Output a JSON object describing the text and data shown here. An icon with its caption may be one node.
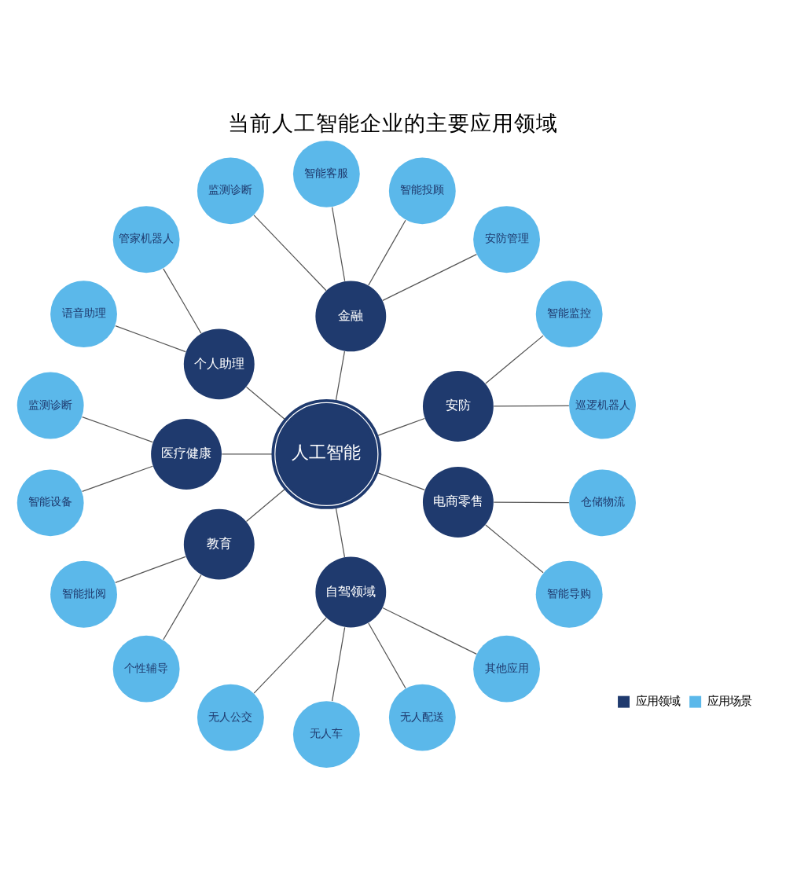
{
  "diagram": {
    "title": "当前人工智能企业的主要应用领域",
    "nodes": [
      {
        "text": [
          "人工智能"
        ]
      },
      {
        "text": [
          "安防"
        ]
      },
      {
        "text": [
          "金融"
        ]
      },
      {
        "text": [
          "个人助理"
        ]
      },
      {
        "text": [
          "医疗健康"
        ]
      },
      {
        "text": [
          "教育"
        ]
      },
      {
        "text": [
          "自驾领域"
        ]
      },
      {
        "text": [
          "电商零售"
        ]
      },
      {
        "text": [
          "巡逻机器人"
        ]
      },
      {
        "text": [
          "智能监控"
        ]
      },
      {
        "text": [
          "安防管理"
        ]
      },
      {
        "text": [
          "智能投顾"
        ]
      },
      {
        "text": [
          "智能客服"
        ]
      },
      {
        "text": [
          "监测诊断"
        ]
      },
      {
        "text": [
          "管家机器人"
        ]
      },
      {
        "text": [
          "语音助理"
        ]
      },
      {
        "text": [
          "监测诊断"
        ]
      },
      {
        "text": [
          "智能设备"
        ]
      },
      {
        "text": [
          "智能批阅"
        ]
      },
      {
        "text": [
          "个性辅导"
        ]
      },
      {
        "text": [
          "无人公交"
        ]
      },
      {
        "text": [
          "无人车"
        ]
      },
      {
        "text": [
          "无人配送"
        ]
      },
      {
        "text": [
          "其他应用"
        ]
      },
      {
        "text": [
          "智能导购"
        ]
      },
      {
        "text": [
          "仓储物流"
        ]
      }
    ],
    "edges": [
      {
        "from": 0,
        "to": 1,
        "arrow": "none"
      },
      {
        "from": 0,
        "to": 2,
        "arrow": "none"
      },
      {
        "from": 0,
        "to": 3,
        "arrow": "none"
      },
      {
        "from": 0,
        "to": 4,
        "arrow": "none"
      },
      {
        "from": 0,
        "to": 5,
        "arrow": "none"
      },
      {
        "from": 0,
        "to": 6,
        "arrow": "none"
      },
      {
        "from": 0,
        "to": 7,
        "arrow": "none"
      },
      {
        "from": 1,
        "to": 8,
        "arrow": "none"
      },
      {
        "from": 1,
        "to": 9,
        "arrow": "none"
      },
      {
        "from": 2,
        "to": 10,
        "arrow": "none"
      },
      {
        "from": 2,
        "to": 11,
        "arrow": "none"
      },
      {
        "from": 2,
        "to": 12,
        "arrow": "none"
      },
      {
        "from": 2,
        "to": 13,
        "arrow": "none"
      },
      {
        "from": 3,
        "to": 14,
        "arrow": "none"
      },
      {
        "from": 3,
        "to": 15,
        "arrow": "none"
      },
      {
        "from": 4,
        "to": 16,
        "arrow": "none"
      },
      {
        "from": 4,
        "to": 17,
        "arrow": "none"
      },
      {
        "from": 5,
        "to": 18,
        "arrow": "none"
      },
      {
        "from": 5,
        "to": 19,
        "arrow": "none"
      },
      {
        "from": 6,
        "to": 20,
        "arrow": "none"
      },
      {
        "from": 6,
        "to": 21,
        "arrow": "none"
      },
      {
        "from": 6,
        "to": 22,
        "arrow": "none"
      },
      {
        "from": 6,
        "to": 23,
        "arrow": "none"
      },
      {
        "from": 7,
        "to": 24,
        "arrow": "none"
      },
      {
        "from": 7,
        "to": 25,
        "arrow": "none"
      }
    ],
    "legend": [
      {
        "text": "应用领域",
        "color": "#1f3a6e"
      },
      {
        "text": "应用场景",
        "color": "#5bb8ea"
      }
    ]
  }
}
